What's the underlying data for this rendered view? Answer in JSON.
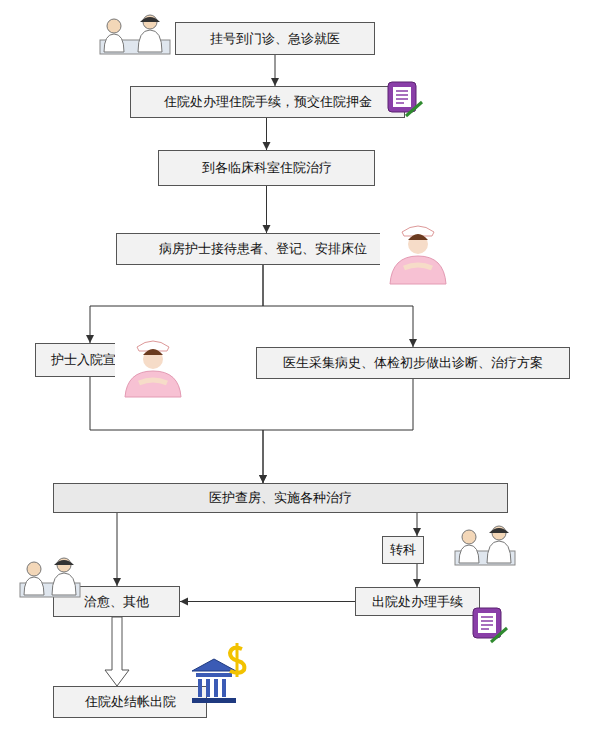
{
  "diagram": {
    "nodes": [
      {
        "text": [
          "挂号到门诊、急诊就医"
        ]
      },
      {
        "text": [
          "住院处办理住院手续，预交住院押金"
        ]
      },
      {
        "text": [
          "到各临床科室住院治疗"
        ]
      },
      {
        "text": [
          "病房护士接待患者、登记、安排床位"
        ]
      },
      {
        "text": [
          "护士入院宣教"
        ]
      },
      {
        "text": [
          "医生采集病史、体检初步做出诊断、治疗方案"
        ]
      },
      {
        "text": [
          "医护查房、实施各种治疗"
        ]
      },
      {
        "text": [
          "转科"
        ]
      },
      {
        "text": [
          "洽愈、其他"
        ]
      },
      {
        "text": [
          "出院处办理手续"
        ]
      },
      {
        "text": [
          "住院处结帐出院"
        ]
      }
    ],
    "edges": [
      {
        "from": 0,
        "to": 1,
        "arrow": "to"
      },
      {
        "from": 1,
        "to": 2,
        "arrow": "to"
      },
      {
        "from": 2,
        "to": 3,
        "arrow": "to"
      },
      {
        "from": 3,
        "to": 4,
        "arrow": "to"
      },
      {
        "from": 3,
        "to": 5,
        "arrow": "to"
      },
      {
        "from": 4,
        "to": 6,
        "arrow": "to"
      },
      {
        "from": 5,
        "to": 6,
        "arrow": "to"
      },
      {
        "from": 6,
        "to": 8,
        "arrow": "to"
      },
      {
        "from": 6,
        "to": 7,
        "arrow": "to"
      },
      {
        "from": 7,
        "to": 9,
        "arrow": "to"
      },
      {
        "from": 9,
        "to": 8,
        "arrow": "to"
      },
      {
        "from": 8,
        "to": 10,
        "arrow": "to"
      }
    ]
  }
}
